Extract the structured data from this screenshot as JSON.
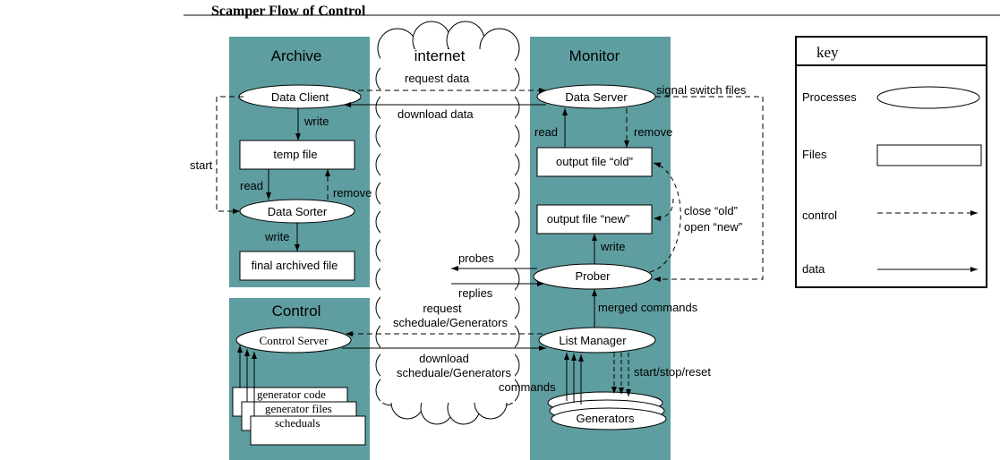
{
  "title": "Scamper Flow of Control",
  "colors": {
    "panel": "#5f9ea0",
    "line": "#000000",
    "box": "#ffffff"
  },
  "panels": {
    "archive": "Archive",
    "internet": "internet",
    "monitor": "Monitor",
    "control": "Control"
  },
  "processes": {
    "data_client": "Data Client",
    "data_sorter": "Data Sorter",
    "data_server": "Data Server",
    "prober": "Prober",
    "control_server": "Control Server",
    "list_manager": "List Manager",
    "generators": "Generators"
  },
  "files": {
    "temp_file": "temp file",
    "final_archived_file": "final archived file",
    "output_old": "output file “old”",
    "output_new": "output file “new”",
    "generator_code": "generator code",
    "generator_files": "generator files",
    "scheduals": "scheduals"
  },
  "labels": {
    "request_data": "request data",
    "download_data": "download data",
    "signal_switch_files": "signal switch files",
    "write_archive": "write",
    "read_archive": "read",
    "remove_archive": "remove",
    "write_sorter": "write",
    "start": "start",
    "read_monitor": "read",
    "remove_monitor": "remove",
    "close_old": "close “old”",
    "open_new": "open “new”",
    "write_prober": "write",
    "probes": "probes",
    "replies": "replies",
    "merged_commands": "merged commands",
    "request_1": "request",
    "request_2": "scheduale/Generators",
    "download_1": "download",
    "download_2": "scheduale/Generators",
    "start_stop_reset": "start/stop/reset",
    "commands": "commands"
  },
  "key": {
    "title": "key",
    "processes": "Processes",
    "files": "Files",
    "control": "control",
    "data": "data"
  }
}
